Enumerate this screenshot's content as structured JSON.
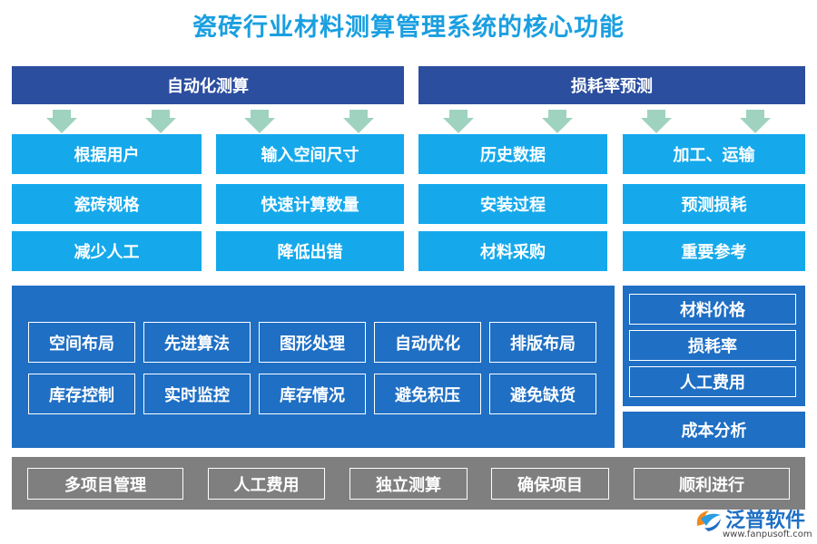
{
  "title": "瓷砖行业材料测算管理系统的核心功能",
  "sections": {
    "left": {
      "header": "自动化测算"
    },
    "right": {
      "header": "损耗率预测"
    }
  },
  "grid": {
    "col1": [
      "根据用户",
      "瓷砖规格",
      "减少人工"
    ],
    "col2": [
      "输入空间尺寸",
      "快速计算数量",
      "降低出错"
    ],
    "col3": [
      "历史数据",
      "安装过程",
      "材料采购"
    ],
    "col4": [
      "加工、运输",
      "预测损耗",
      "重要参考"
    ]
  },
  "features": {
    "row1": [
      "空间布局",
      "先进算法",
      "图形处理",
      "自动优化",
      "排版布局"
    ],
    "row2": [
      "库存控制",
      "实时监控",
      "库存情况",
      "避免积压",
      "避免缺货"
    ]
  },
  "cost": {
    "items": [
      "材料价格",
      "损耗率",
      "人工费用"
    ],
    "footer": "成本分析"
  },
  "bottom": [
    "多项目管理",
    "人工费用",
    "独立测算",
    "确保项目",
    "顺利进行"
  ],
  "watermark": {
    "brand": "泛普软件",
    "url": "www.fanpusoft.com"
  },
  "colors": {
    "title": "#1a9fe0",
    "header": "#2b4e9f",
    "cell": "#15a9ec",
    "panel": "#1f6fc4",
    "arrow": "#9fd3bf",
    "bottom": "#7f7f7f"
  }
}
